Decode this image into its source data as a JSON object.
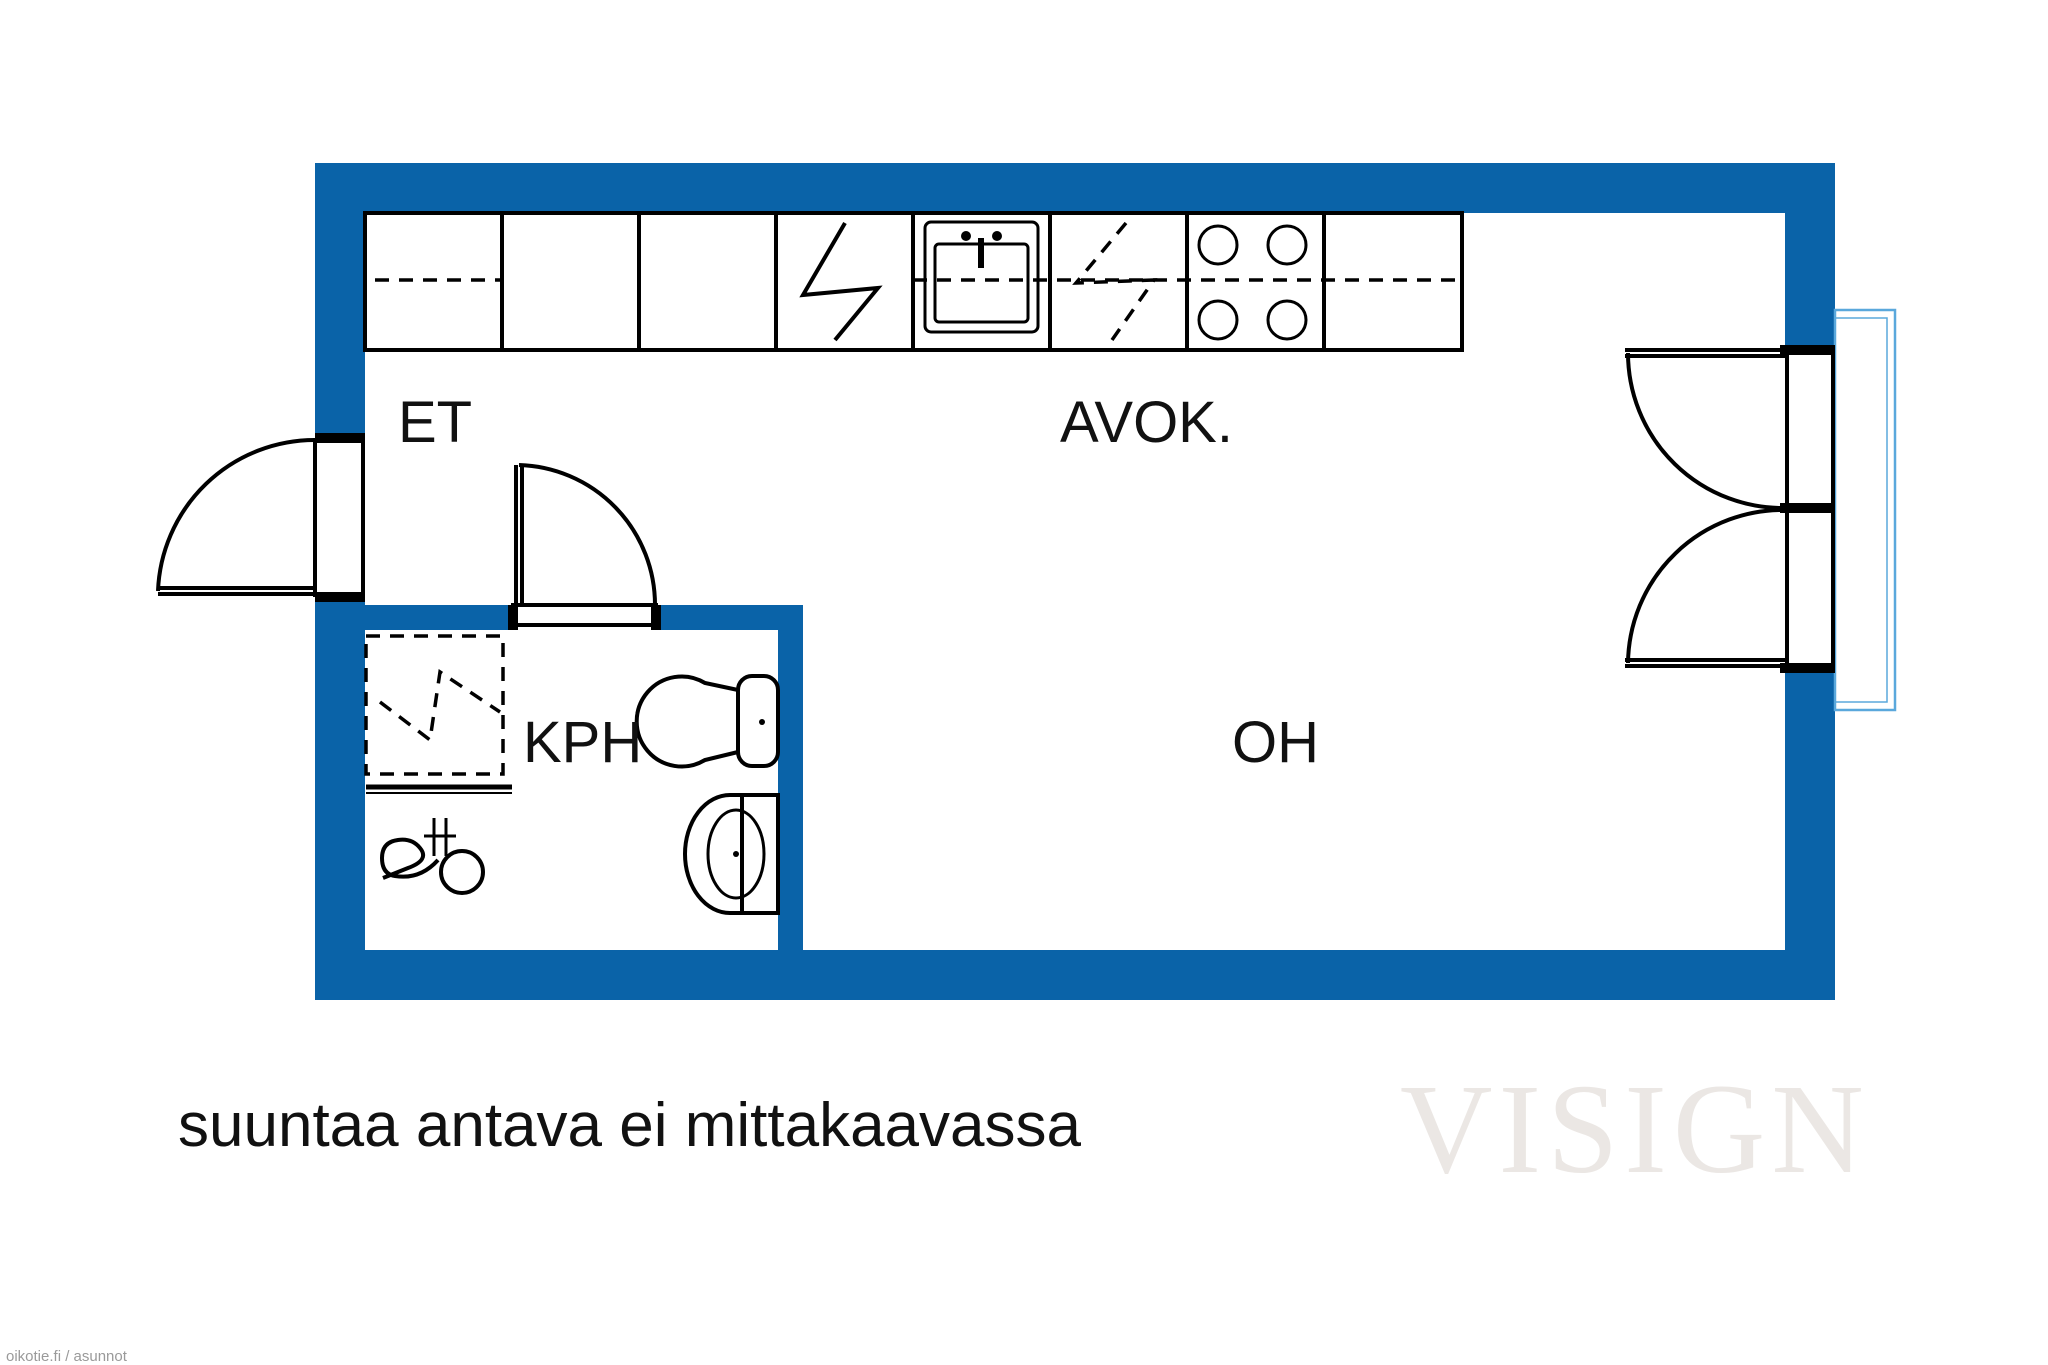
{
  "colors": {
    "wall": "#0a63a8",
    "line": "#000000",
    "window": "#5aa8dc",
    "watermark": "#ebe7e4"
  },
  "rooms": {
    "entrance": "ET",
    "kitchen": "AVOK.",
    "bathroom": "KPH",
    "living": "OH"
  },
  "caption": "suuntaa antava ei mittakaavassa",
  "watermark": "VISIGN",
  "credit": "oikotie.fi / asunnot",
  "fixtures": [
    "kitchen-cabinets",
    "fridge",
    "sink",
    "dishwasher",
    "stove",
    "shower",
    "toilet",
    "washbasin",
    "shower-head"
  ]
}
